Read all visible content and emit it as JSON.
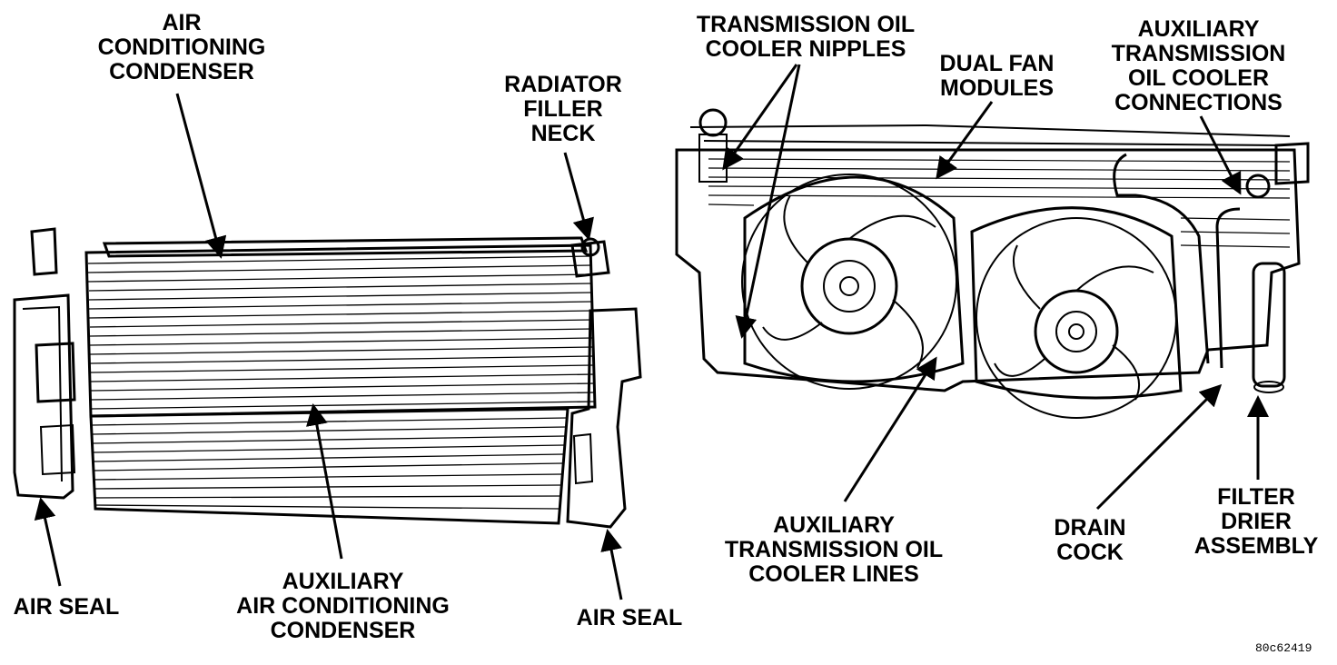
{
  "labels": {
    "ac_condenser": [
      "AIR",
      "CONDITIONING",
      "CONDENSER"
    ],
    "radiator_filler_neck": [
      "RADIATOR",
      "FILLER",
      "NECK"
    ],
    "air_seal_left": [
      "AIR SEAL"
    ],
    "aux_ac_condenser": [
      "AUXILIARY",
      "AIR CONDITIONING",
      "CONDENSER"
    ],
    "air_seal_right": [
      "AIR SEAL"
    ],
    "trans_oil_cooler_nipples": [
      "TRANSMISSION OIL",
      "COOLER NIPPLES"
    ],
    "dual_fan_modules": [
      "DUAL FAN",
      "MODULES"
    ],
    "aux_trans_oil_cooler_connections": [
      "AUXILIARY",
      "TRANSMISSION",
      "OIL COOLER",
      "CONNECTIONS"
    ],
    "aux_trans_oil_cooler_lines": [
      "AUXILIARY",
      "TRANSMISSION OIL",
      "COOLER LINES"
    ],
    "drain_cock": [
      "DRAIN",
      "COCK"
    ],
    "filter_drier_assembly": [
      "FILTER",
      "DRIER",
      "ASSEMBLY"
    ]
  },
  "figure_code": "80c62419",
  "colors": {
    "ink": "#000000",
    "paper": "#ffffff"
  }
}
